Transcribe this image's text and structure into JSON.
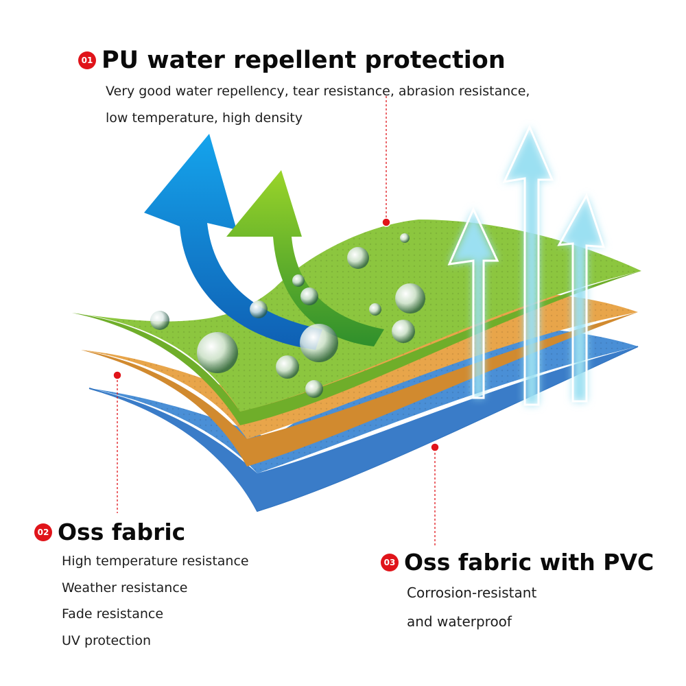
{
  "layers": [
    {
      "badge": "01",
      "title": "PU water repellent protection",
      "lines": [
        "Very good water repellency, tear resistance, abrasion resistance,",
        "low temperature, high density"
      ]
    },
    {
      "badge": "02",
      "title": "Oss fabric",
      "lines": [
        "High temperature resistance",
        "Weather resistance",
        "Fade resistance",
        "UV protection"
      ]
    },
    {
      "badge": "03",
      "title": "Oss fabric with PVC",
      "lines": [
        "Corrosion-resistant",
        "and waterproof"
      ]
    }
  ],
  "colors": {
    "top_layer": "#8cc63f",
    "middle_layer": "#e8a54a",
    "bottom_layer": "#4a8fd6",
    "arrow_blue": "#1a8fe0",
    "arrow_green": "#7cc424",
    "arrow_vapor": "#a9e4f2",
    "marker": "#e0141a"
  },
  "icons": {
    "water_drop": "water-droplet-icon",
    "repel_arrow": "curved-arrow-icon",
    "breathable_arrow": "vapor-arrow-icon"
  }
}
